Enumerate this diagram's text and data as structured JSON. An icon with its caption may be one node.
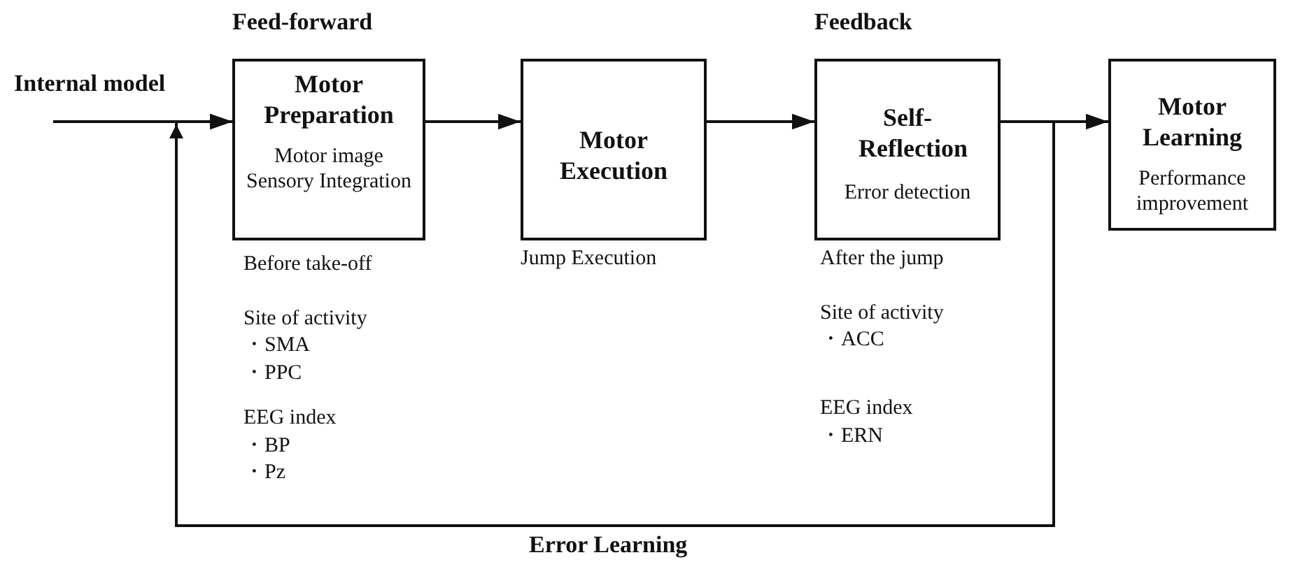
{
  "diagram": {
    "nodes": [
      {
        "text": [
          "Motor Preparation",
          "Motor image",
          "Sensory Integration"
        ],
        "beside": [
          "Feed-forward",
          "Before take-off",
          "Site of activity",
          "・SMA",
          "・PPC",
          "EEG index",
          "・BP",
          "・Pz"
        ]
      },
      {
        "text": [
          "Motor Execution"
        ],
        "beside": [
          "Jump Execution"
        ]
      },
      {
        "text": [
          "Self-Reflection",
          "Error detection"
        ],
        "beside": [
          "Feedback",
          "After the jump",
          "Site of activity",
          "・ACC",
          "EEG index",
          "・ERN"
        ]
      },
      {
        "text": [
          "Motor Learning",
          "Performance improvement"
        ]
      }
    ],
    "edges": [
      {
        "from": null,
        "to": 0,
        "arrow": "to",
        "label": "Internal model"
      },
      {
        "from": 0,
        "to": 1,
        "arrow": "to"
      },
      {
        "from": 1,
        "to": 2,
        "arrow": "to"
      },
      {
        "from": 2,
        "to": 3,
        "arrow": "to"
      },
      {
        "from": 2,
        "to": 0,
        "arrow": "to",
        "label": "Error Learning"
      }
    ]
  }
}
